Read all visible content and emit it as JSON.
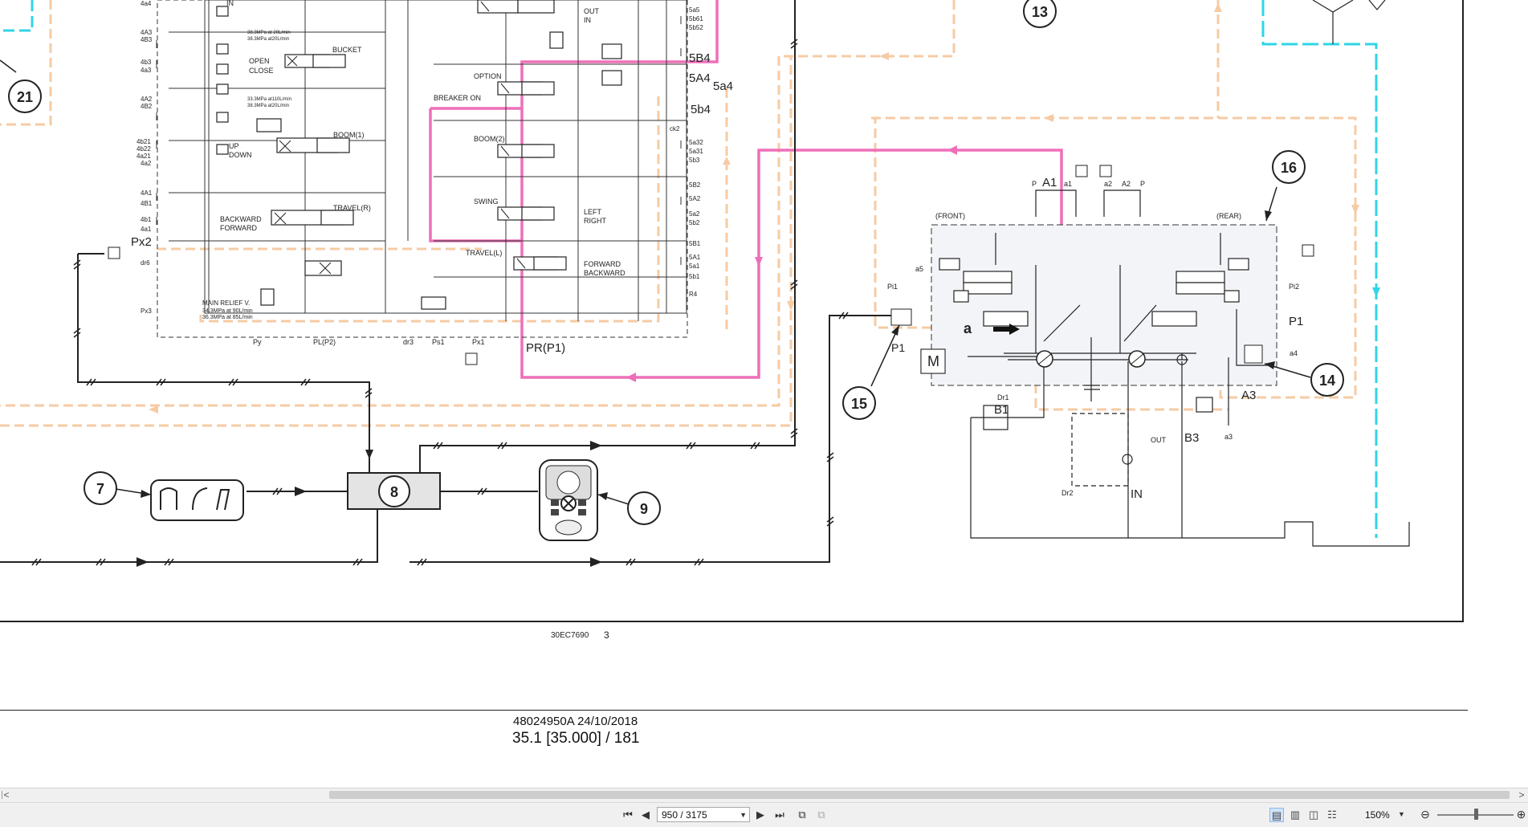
{
  "document": {
    "figure_code": "30EC7690",
    "figure_page": "3",
    "doc_id": "48024950A 24/10/2018",
    "page_ref": "35.1 [35.000] / 181"
  },
  "callouts": {
    "c7": "7",
    "c8": "8",
    "c9": "9",
    "c13": "13",
    "c14": "14",
    "c15": "15",
    "c16": "16",
    "c21": "21"
  },
  "valve_labels": {
    "bucket": "BUCKET",
    "open": "OPEN",
    "close": "CLOSE",
    "boom1": "BOOM(1)",
    "up": "UP",
    "down": "DOWN",
    "travel_r": "TRAVEL(R)",
    "backward": "BACKWARD",
    "forward": "FORWARD",
    "option": "OPTION",
    "breaker_on": "BREAKER ON",
    "boom2": "BOOM(2)",
    "swing": "SWING",
    "left": "LEFT",
    "right": "RIGHT",
    "travel_l": "TRAVEL(L)",
    "forward2": "FORWARD",
    "backward2": "BACKWARD",
    "out": "OUT",
    "in": "IN",
    "in_top": "IN",
    "main_relief": "MAIN RELIEF V.",
    "main_relief_1": "34.3MPa at 90L/min",
    "main_relief_2": "36.3MPa at 85L/min",
    "bucket_p1": "38.3MPa at 20L/min",
    "bucket_p2": "38.3MPa at20L/min",
    "boom_p1": "33.3MPa at110L/min",
    "boom_p2": "38.3MPa at20L/min"
  },
  "ports_left": [
    "4a4",
    "4A3",
    "4B3",
    "4b3",
    "4a3",
    "4A2",
    "4B2",
    "4b21",
    "4b22",
    "4a21",
    "4a2",
    "4A1",
    "4B1",
    "4b1",
    "4a1",
    "dr6",
    "Px3"
  ],
  "ports_right": [
    "5a5",
    "5b61",
    "5b52",
    "5B4",
    "5A4",
    "5a4",
    "5b4",
    "ck2",
    "5a32",
    "5a31",
    "5b3",
    "5B2",
    "5A2",
    "5a2",
    "5b2",
    "5B1",
    "5A1",
    "5a1",
    "5b1",
    "R4"
  ],
  "ports_bottom": [
    "Py",
    "PL(P2)",
    "dr3",
    "Ps1",
    "Px1",
    "PR(P1)",
    "Px2"
  ],
  "pump_labels": {
    "front": "(FRONT)",
    "rear": "(REAR)",
    "A1": "A1",
    "a1": "a1",
    "a2": "a2",
    "A2": "A2",
    "P_left": "P",
    "P_right": "P",
    "a5": "a5",
    "Pi1": "Pi1",
    "Pi2": "Pi2",
    "P1_left": "P1",
    "P1_right": "P1",
    "a": "a",
    "M": "M",
    "Dr1": "Dr1",
    "B1": "B1",
    "B3": "B3",
    "a3": "a3",
    "a4": "a4",
    "A3": "A3",
    "OUT": "OUT",
    "IN": "IN",
    "Dr2": "Dr2"
  },
  "colors": {
    "pilot_pink": "#ee6fb9",
    "drain_peach": "#f6cba4",
    "cyan": "#2fd5e6",
    "ink": "#222222",
    "pump_fill": "#f2f4f8"
  },
  "toolbar": {
    "first_page": "first-page",
    "prev_page": "previous-page",
    "page_value": "950 / 3175",
    "next_page": "next-page",
    "last_page": "last-page",
    "zoom": "150%"
  },
  "scroll": {
    "left": "<",
    "right": ">"
  }
}
